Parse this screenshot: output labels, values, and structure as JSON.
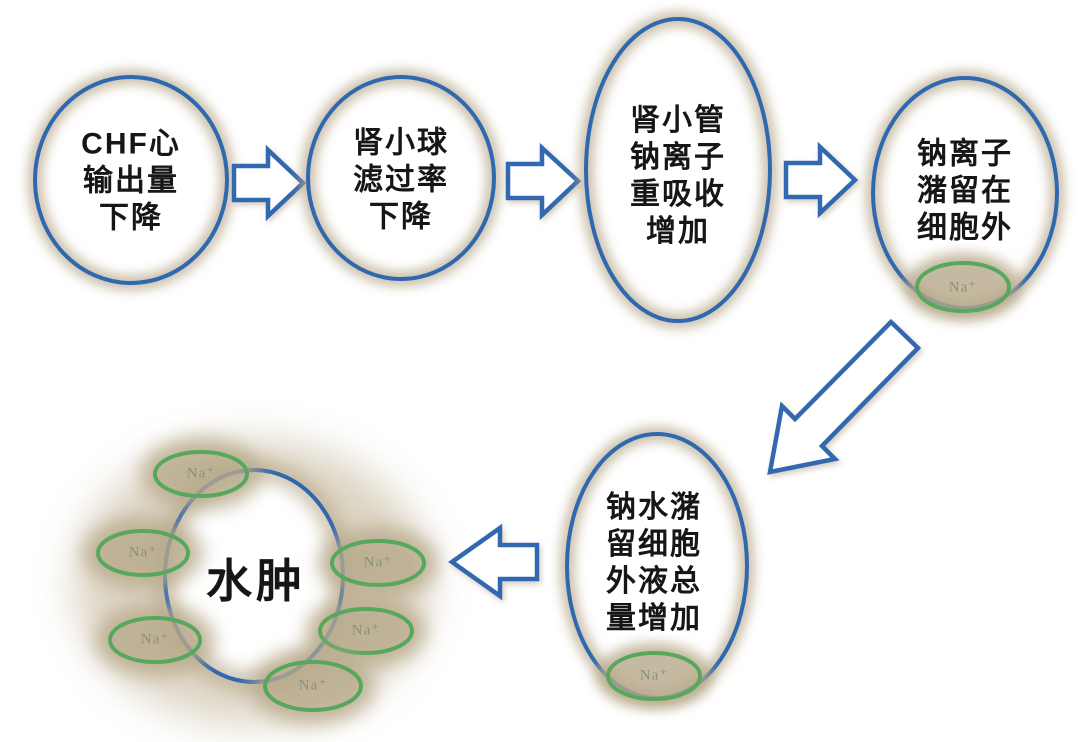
{
  "diagram_type": "flowchart",
  "colors": {
    "background": "#ffffff",
    "node_stroke_blue": "#3068b0",
    "ion_stroke_green": "#57a75c",
    "glow_tan": "#b7a98a",
    "label_text": "#161616",
    "ion_text": "#86927a"
  },
  "nodes": [
    {
      "id": "chf",
      "label": "CHF心\n输出量\n下降"
    },
    {
      "id": "gfr",
      "label": "肾小球\n滤过率\n下降"
    },
    {
      "id": "tubule",
      "label": "肾小管\n钠离子\n重吸收\n增加"
    },
    {
      "id": "na-retention",
      "label": "钠离子\n潴留在\n细胞外",
      "ion_badge": "Na⁺"
    },
    {
      "id": "ecf-volume",
      "label": "钠水潴\n留细胞\n外液总\n量增加",
      "ion_badge": "Na⁺"
    },
    {
      "id": "edema",
      "label": "水肿"
    }
  ],
  "edema_ions": [
    "Na⁺",
    "Na⁺",
    "Na⁺",
    "Na⁺",
    "Na⁺",
    "Na⁺"
  ],
  "edges": [
    {
      "from": "chf",
      "to": "gfr"
    },
    {
      "from": "gfr",
      "to": "tubule"
    },
    {
      "from": "tubule",
      "to": "na-retention"
    },
    {
      "from": "na-retention",
      "to": "ecf-volume"
    },
    {
      "from": "ecf-volume",
      "to": "edema"
    }
  ]
}
